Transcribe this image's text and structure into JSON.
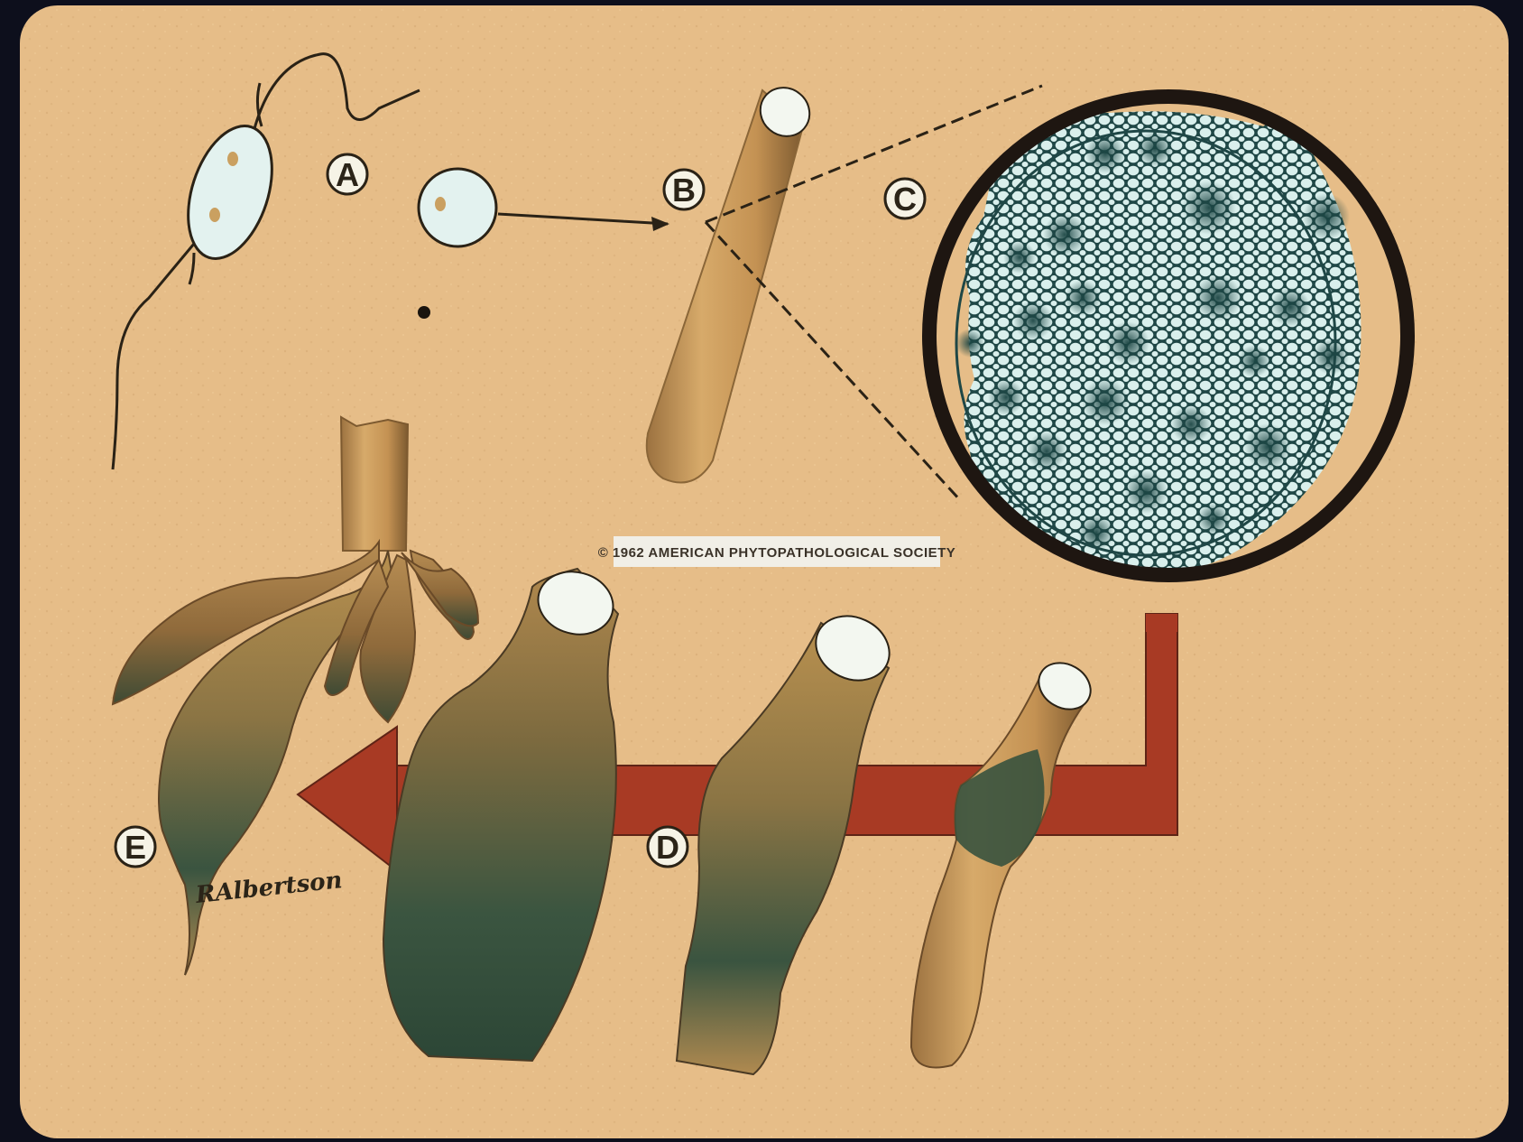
{
  "labels": {
    "a": "A",
    "b": "B",
    "c": "C",
    "d": "D",
    "e": "E"
  },
  "copyright": "© 1962 AMERICAN PHYTOPATHOLOGICAL SOCIETY",
  "signature": "RAlbertson",
  "colors": {
    "frame": "#0d0f1c",
    "card": "#e6bd88",
    "root": "#c39356",
    "root_shadow": "#8a6638",
    "disease": "#2e4a3c",
    "arrow": "#a83a24",
    "outline": "#2a2216",
    "cell_fill": "#dff1ef",
    "stain": "#1f4a48"
  }
}
